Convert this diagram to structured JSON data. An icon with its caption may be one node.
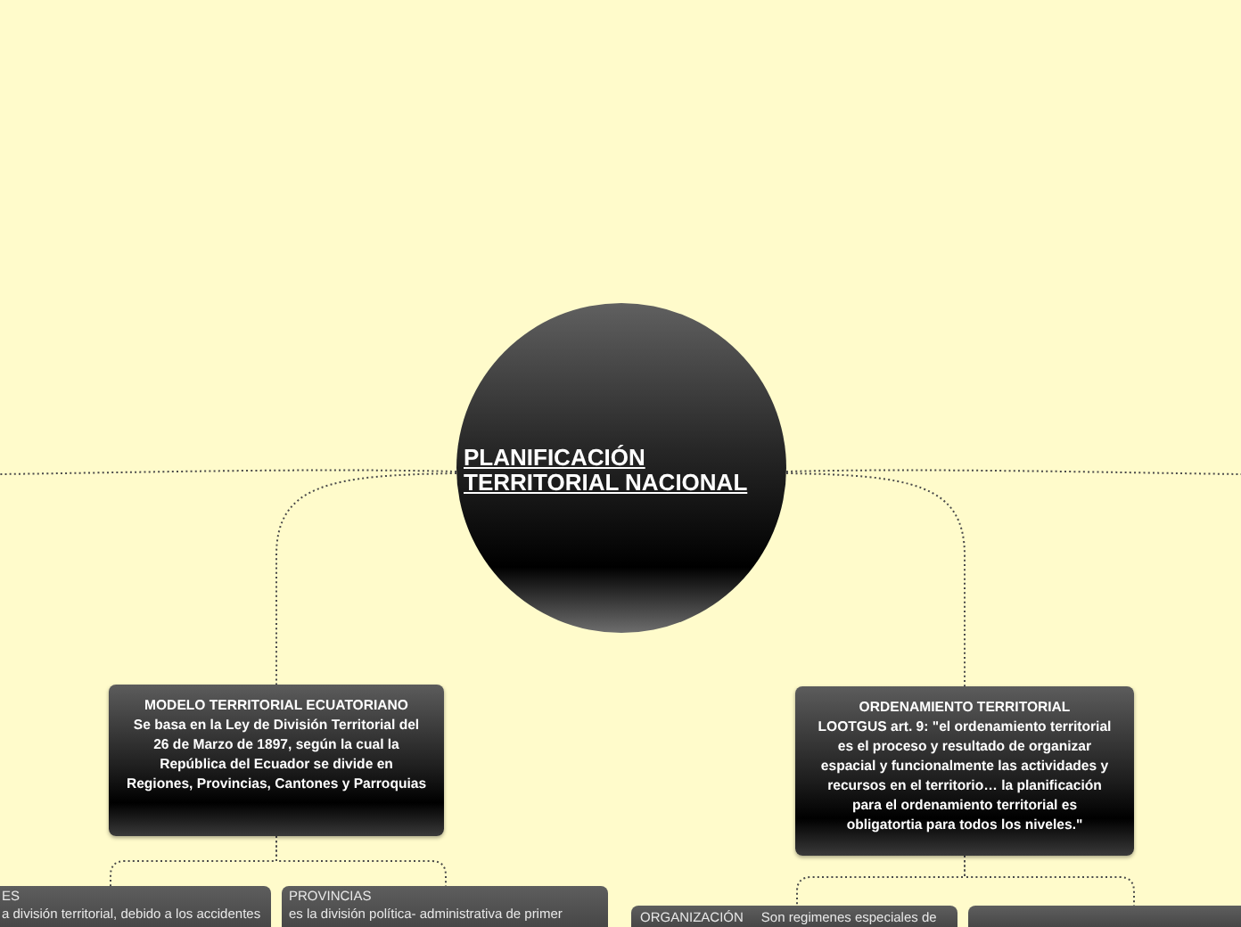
{
  "diagram": {
    "nodes": [
      {
        "text": [
          "PLANIFICACIÓN TERRITORIAL NACIONAL"
        ]
      },
      {
        "text": [
          "MODELO TERRITORIAL ECUATORIANO",
          "Se basa en la Ley de División Territorial del 26 de Marzo de 1897, según la cual la República del Ecuador se divide en Regiones, Provincias, Cantones y Parroquias"
        ]
      },
      {
        "text": [
          "ORDENAMIENTO TERRITORIAL",
          "LOOTGUS art. 9: \"el ordenamiento territorial es el proceso y resultado de organizar espacial y funcionalmente las actividades y recursos en el territorio… la planificación para el ordenamiento territorial es obligatortia para todos los niveles.\""
        ]
      },
      {
        "text": [
          "ES",
          "a división territorial, debido a los accidentes"
        ]
      },
      {
        "text": [
          "PROVINCIAS",
          "es la división política- administrativa de primer"
        ]
      },
      {
        "text": [
          "ORGANIZACIÓN",
          "Son regimenes especiales de"
        ]
      },
      {
        "text": [],
        "shape": "box"
      }
    ],
    "edges": [
      {
        "from": 0,
        "to": null,
        "arrow": "none"
      },
      {
        "from": 0,
        "to": 1,
        "arrow": "none"
      },
      {
        "from": 0,
        "to": 2,
        "arrow": "none"
      },
      {
        "from": 0,
        "to": null,
        "arrow": "none"
      },
      {
        "from": 1,
        "to": 3,
        "arrow": "none"
      },
      {
        "from": 1,
        "to": 4,
        "arrow": "none"
      },
      {
        "from": 2,
        "to": 5,
        "arrow": "none"
      },
      {
        "from": 2,
        "to": 6,
        "arrow": "none"
      }
    ]
  }
}
